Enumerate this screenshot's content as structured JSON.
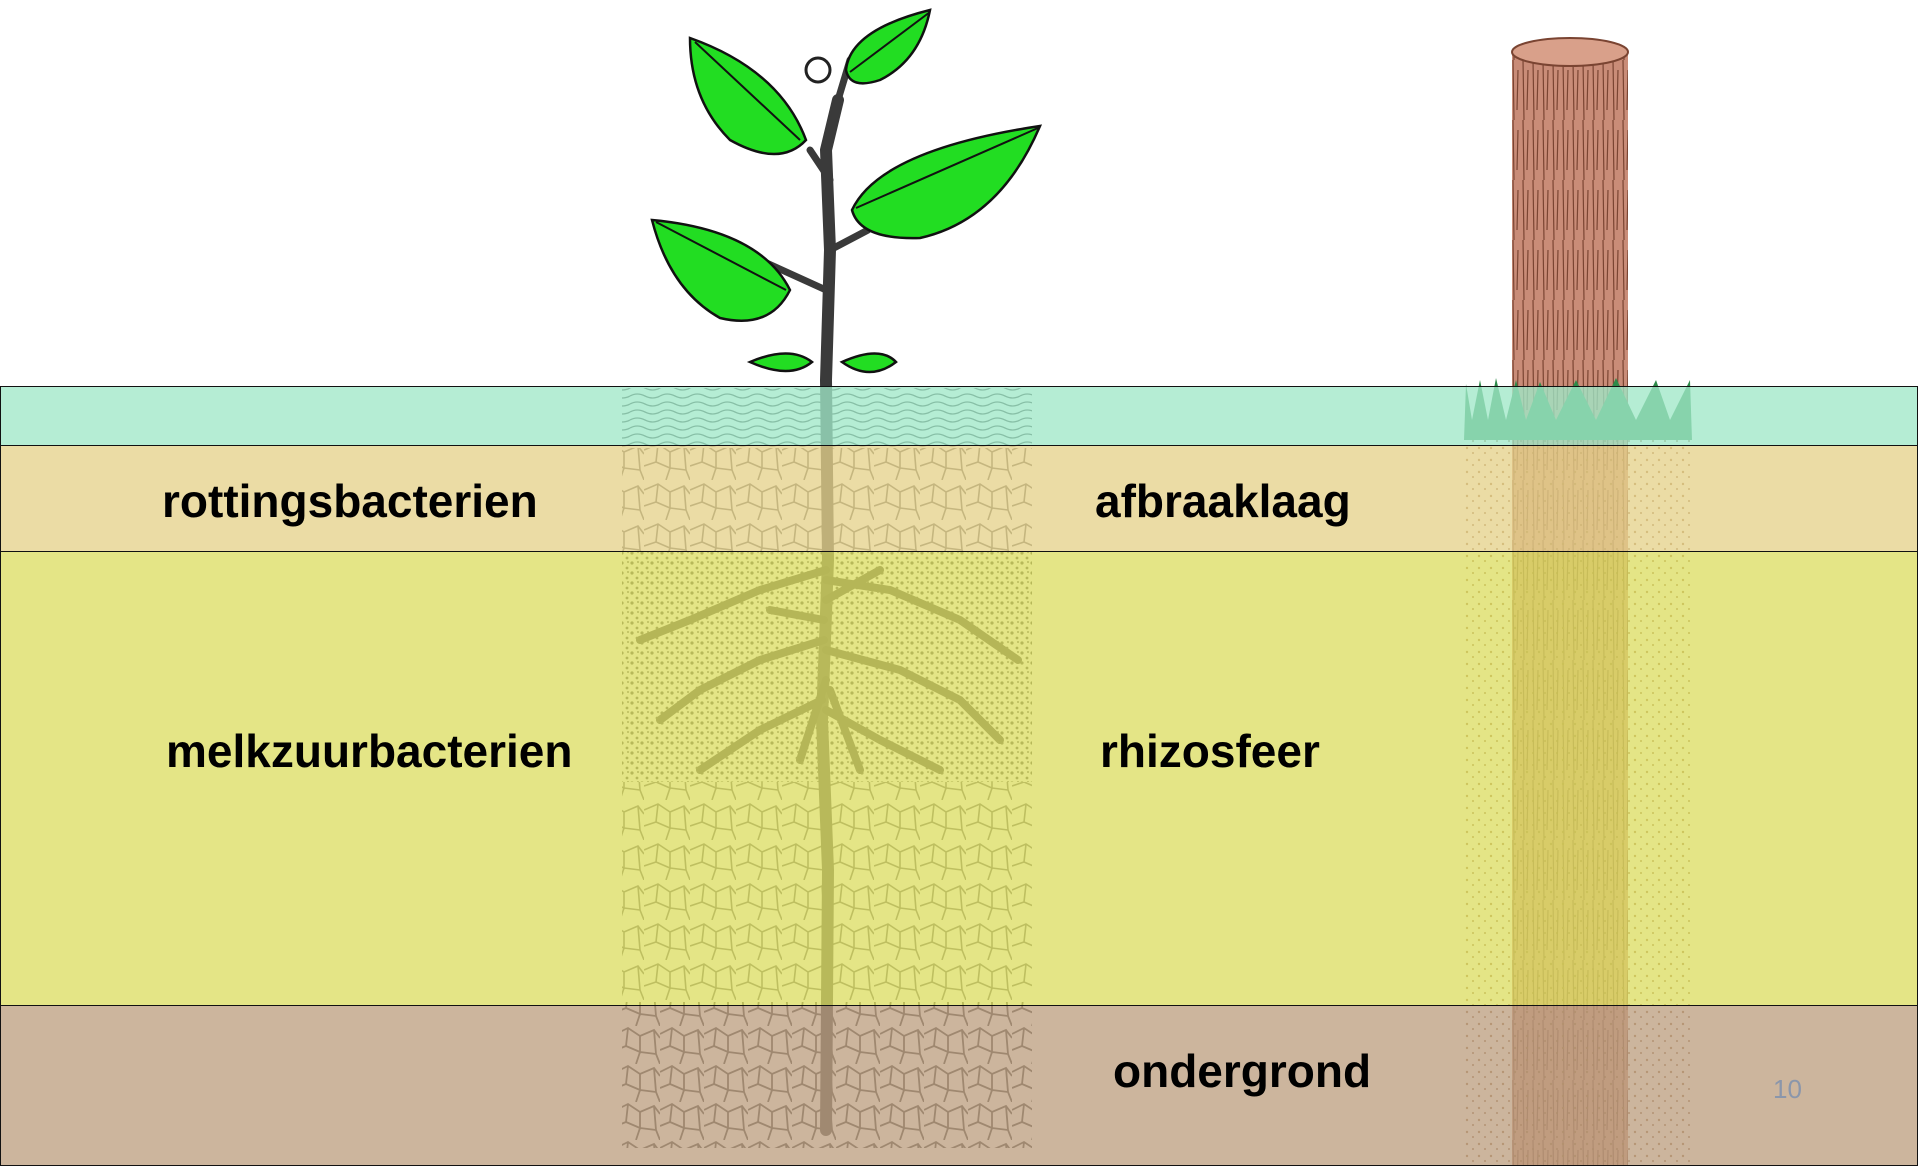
{
  "layers": [
    {
      "name": "top",
      "label": "",
      "color": "#b2eed2"
    },
    {
      "name": "afbraaklaag",
      "label": "afbraaklaag",
      "bacteria": "rottingsbacterien",
      "color": "#e8d89a"
    },
    {
      "name": "rhizosfeer",
      "label": "rhizosfeer",
      "bacteria": "melkzuurbacterien",
      "color": "#e2e27c"
    },
    {
      "name": "ondergrond",
      "label": "ondergrond",
      "bacteria": "",
      "color": "#c8ae98"
    }
  ],
  "slide_number": "10",
  "colors": {
    "leaf": "#22dd22",
    "stem": "#3a3a3a",
    "stake": "#c98c78",
    "grass": "#2e8a4a",
    "outline": "#111111"
  },
  "icons": {
    "plant": "plant-seedling-illustration",
    "stake": "wooden-stake-illustration"
  }
}
